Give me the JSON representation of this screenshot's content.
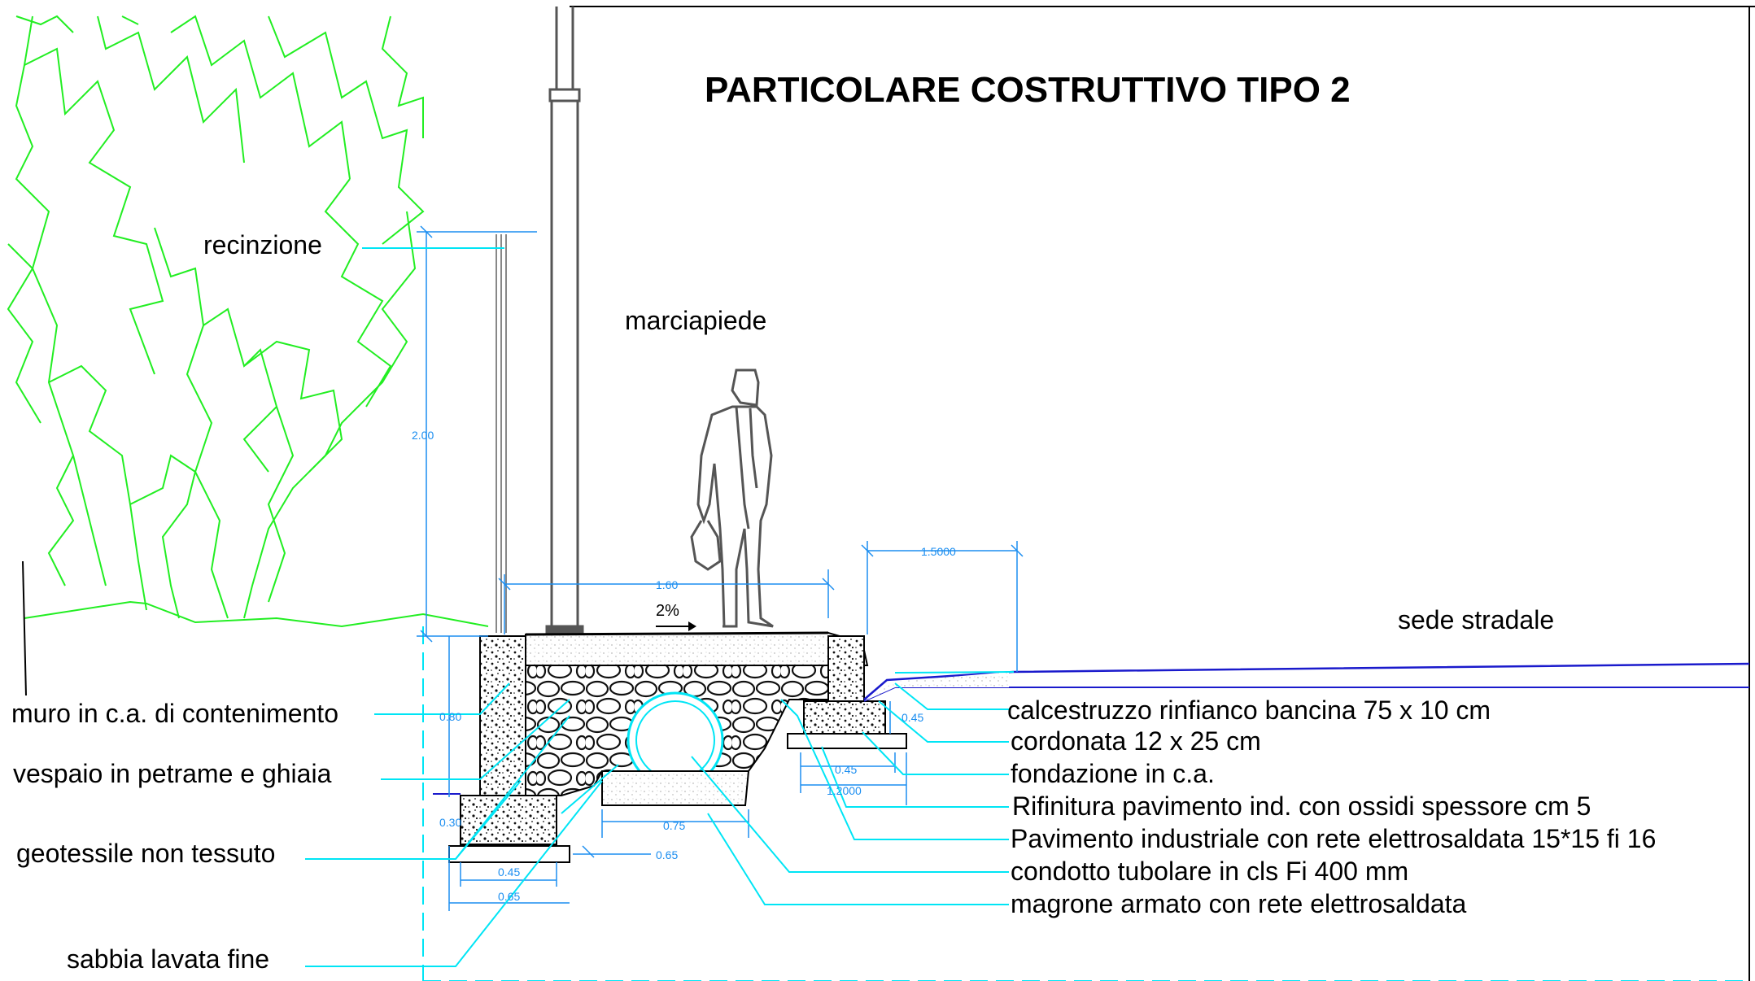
{
  "title": "PARTICOLARE COSTRUTTIVO  TIPO 2",
  "labels": {
    "recinzione": "recinzione",
    "marciapiede": "marciapiede",
    "sede_stradale": "sede stradale",
    "muro": "muro in c.a.  di contenimento",
    "vespaio": "vespaio in petrame e ghiaia",
    "geotessile": "geotessile  non tessuto",
    "sabbia": "sabbia lavata fine",
    "calcestruzzo": "calcestruzzo  rinfianco bancina 75  x 10  cm",
    "cordonata": "cordonata  12 x  25  cm",
    "fondazione": "fondazione  in c.a.",
    "rifinitura": "Rifinitura pavimento ind. con ossidi spessore cm 5",
    "pavimento": "Pavimento industriale con rete elettrosaldata 15*15  fi 16",
    "condotto": "condotto tubolare in cls  Fi 400  mm",
    "magrone": "magrone  armato con rete elettrosaldata"
  },
  "slope": "2%",
  "dimensions": {
    "fence_height": "2.00",
    "sidewalk_width": "1.60",
    "road_offset": "1.5000",
    "wall_height": "0.80",
    "footing_height": "0.30",
    "footing_inner": "0.45",
    "footing_outer": "0.65",
    "pipe_bed": "0.75",
    "pipe_bed_side": "0.65",
    "curb_height": "0.45",
    "curb_base": "0.45",
    "curb_total": "1.2000"
  },
  "colors": {
    "vegetation": "#22ee22",
    "leader_lines": "#00e5f5",
    "dimensions": "#1c8ef0",
    "road": "#1a1acc",
    "text": "#000000"
  }
}
